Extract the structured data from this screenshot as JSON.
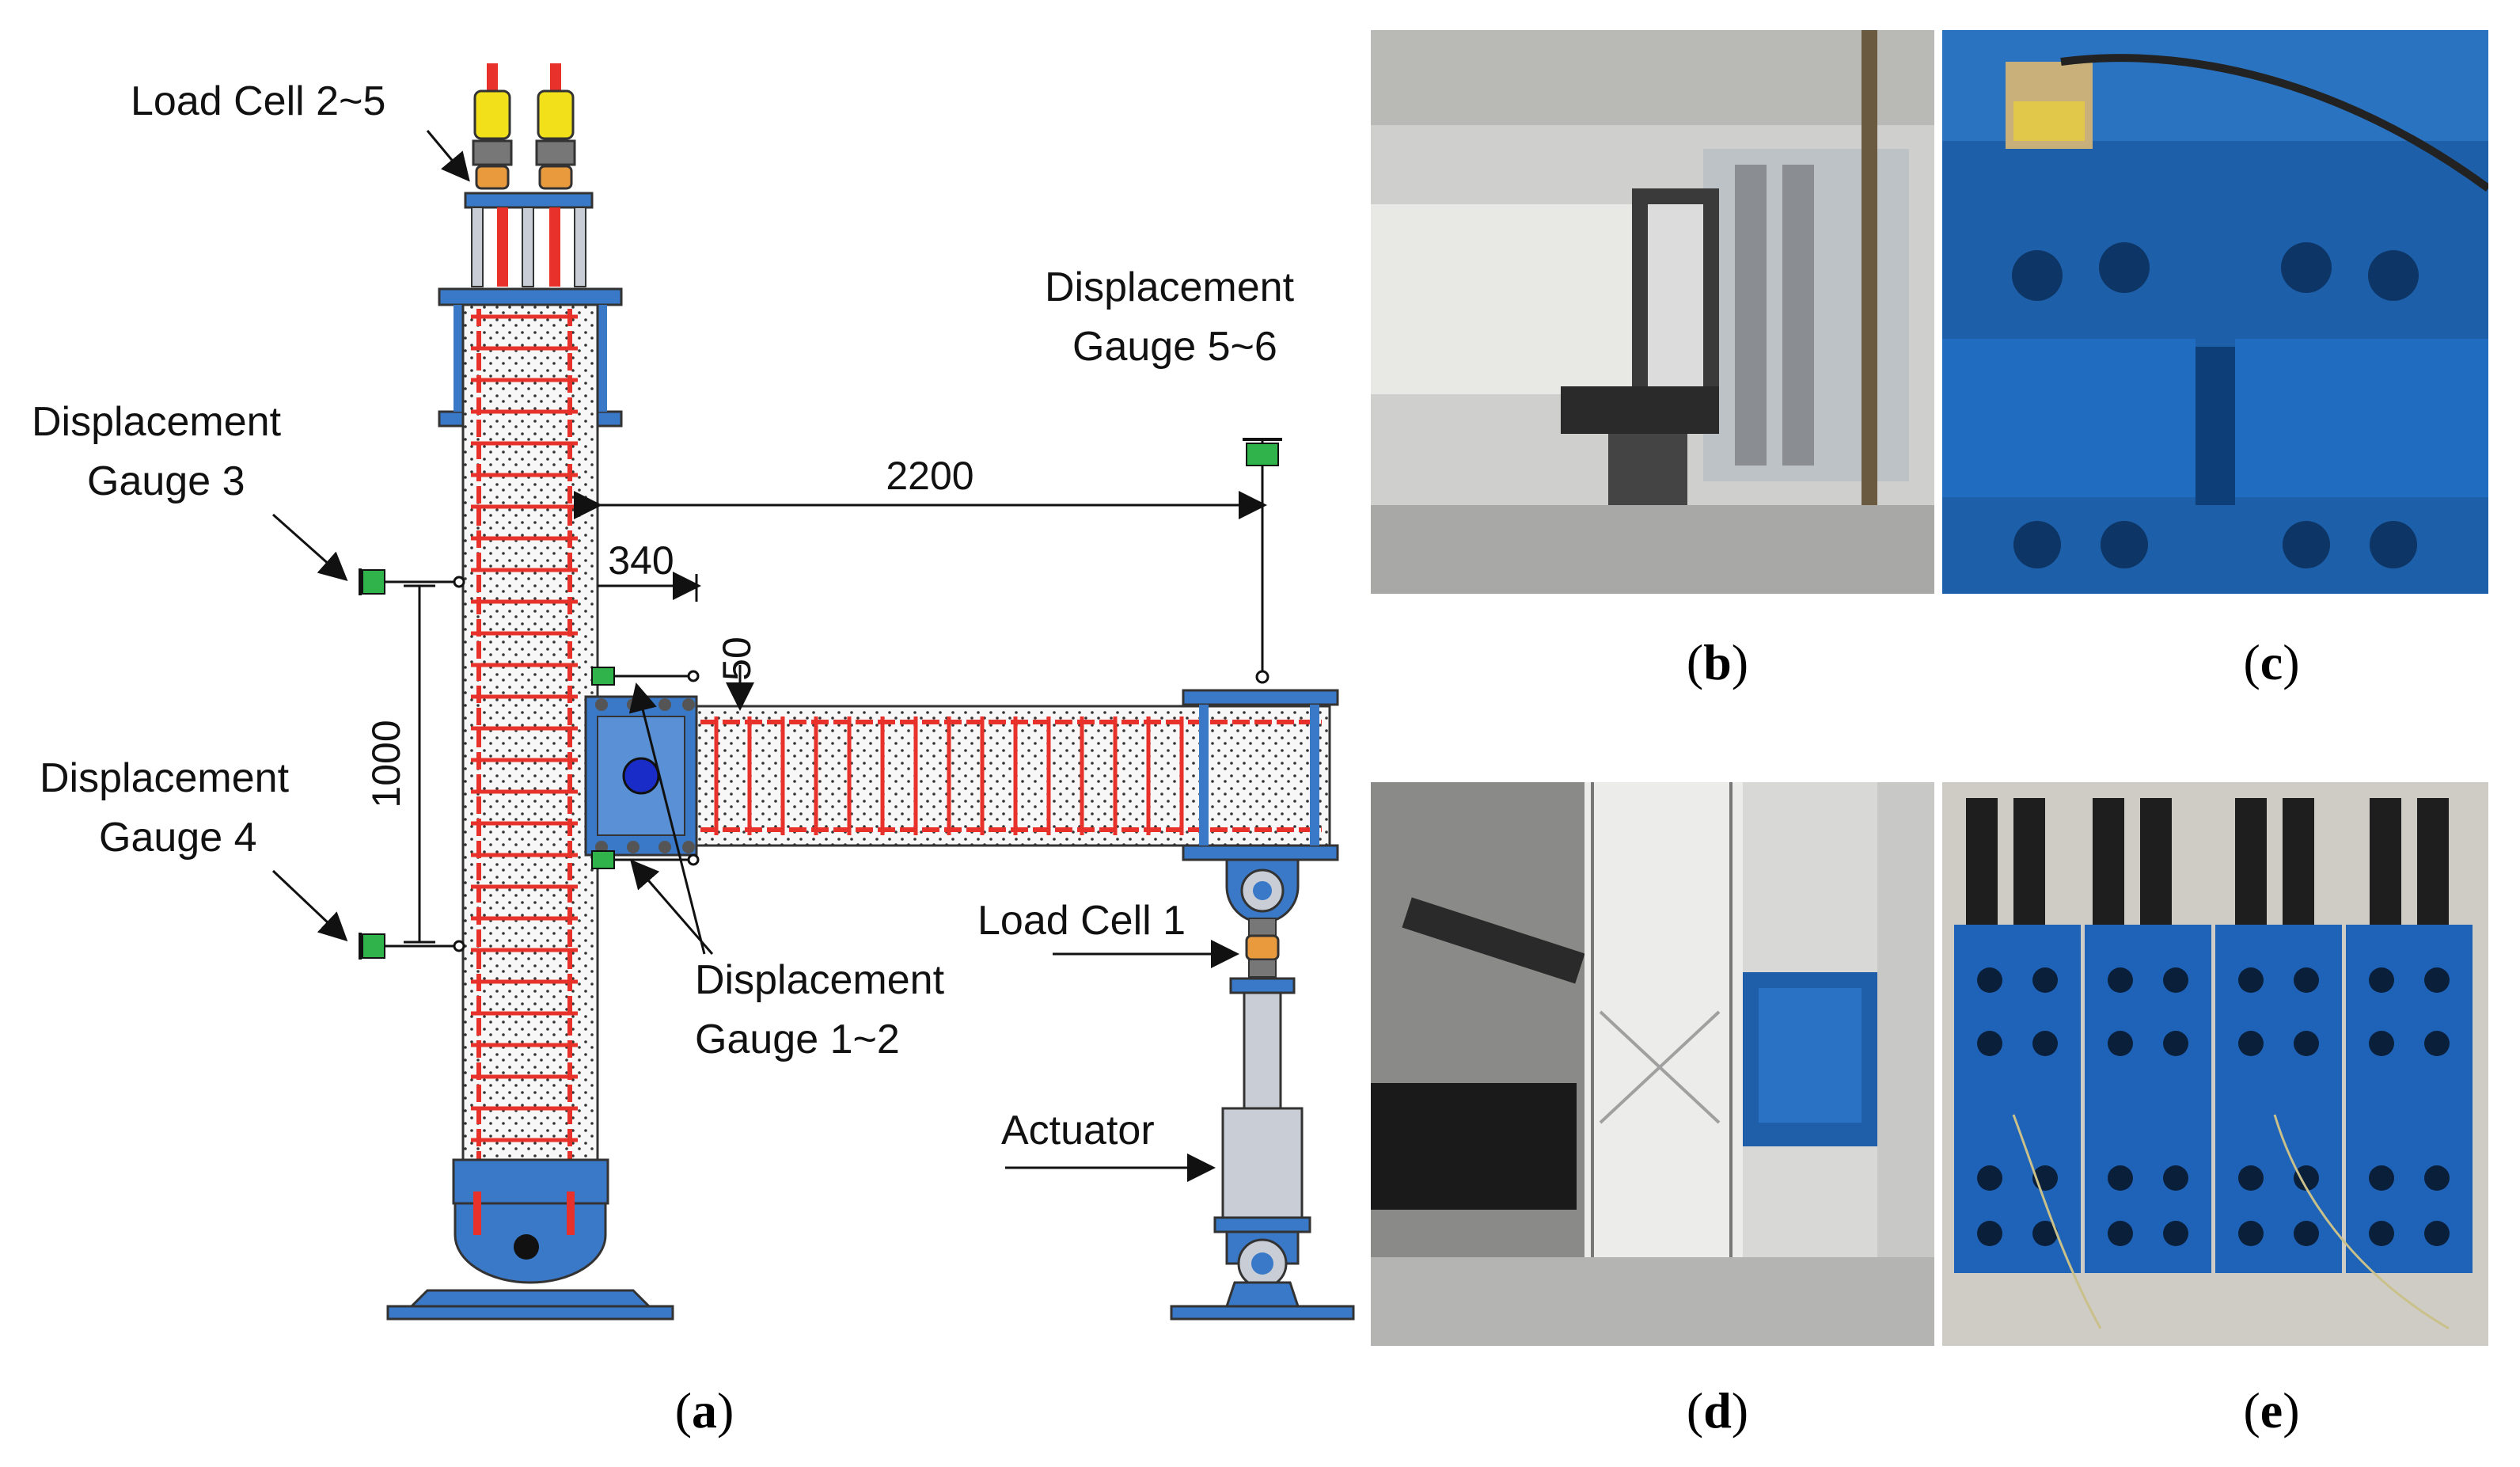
{
  "panels": {
    "a": {
      "caption": "a"
    },
    "b": {
      "caption": "b"
    },
    "c": {
      "caption": "c"
    },
    "d": {
      "caption": "d"
    },
    "e": {
      "caption": "e"
    }
  },
  "diagram": {
    "load_cell_2_5": "Load Cell 2~5",
    "displacement_gauge_5_6_line1": "Displacement",
    "displacement_gauge_5_6_line2": "Gauge 5~6",
    "displacement_gauge_3_line1": "Displacement",
    "displacement_gauge_3_line2": "Gauge 3",
    "displacement_gauge_4_line1": "Displacement",
    "displacement_gauge_4_line2": "Gauge 4",
    "displacement_gauge_1_2_line1": "Displacement",
    "displacement_gauge_1_2_line2": "Gauge 1~2",
    "load_cell_1": "Load Cell 1",
    "actuator": "Actuator",
    "dim_2200": "2200",
    "dim_340": "340",
    "dim_50": "50",
    "dim_1000": "1000"
  },
  "colors": {
    "steel_blue": "#3a78c8",
    "rebar_red": "#e8312a",
    "gauge_green": "#2fb34a",
    "load_cell_yellow": "#f2e01a",
    "actuator_grey": "#c8cdd6"
  }
}
